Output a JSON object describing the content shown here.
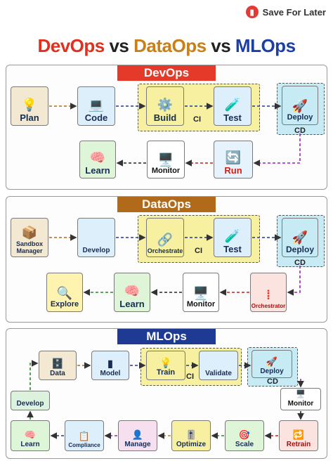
{
  "header": {
    "save_label": "Save For Later"
  },
  "title": {
    "part1": "DevOps",
    "vs1": "vs",
    "part2": "DataOps",
    "vs2": "vs",
    "part3": "MLOps"
  },
  "devops": {
    "title": "DevOps",
    "ci_label": "CI",
    "cd_label": "CD",
    "nodes": {
      "plan": "Plan",
      "code": "Code",
      "build": "Build",
      "test": "Test",
      "deploy": "Deploy",
      "run": "Run",
      "monitor": "Monitor",
      "learn": "Learn"
    }
  },
  "dataops": {
    "title": "DataOps",
    "ci_label": "CI",
    "cd_label": "CD",
    "nodes": {
      "sandbox": "Sandbox Manager",
      "develop": "Develop",
      "orchestrate": "Orchestrate",
      "test": "Test",
      "deploy": "Deploy",
      "orchestrator": "Orchestrator",
      "monitor": "Monitor",
      "learn": "Learn",
      "explore": "Explore"
    }
  },
  "mlops": {
    "title": "MLOps",
    "ci_label": "CI",
    "cd_label": "CD",
    "nodes": {
      "data": "Data",
      "model": "Model",
      "train": "Train",
      "validate": "Validate",
      "deploy": "Deploy",
      "monitor": "Monitor",
      "retrain": "Retrain",
      "scale": "Scale",
      "optimize": "Optimize",
      "manage": "Manage",
      "compliance": "Compliance",
      "learn": "Learn",
      "develop": "Develop"
    }
  },
  "colors": {
    "devops": "#e53a2a",
    "dataops": "#b06a1a",
    "mlops": "#1f3a93"
  }
}
